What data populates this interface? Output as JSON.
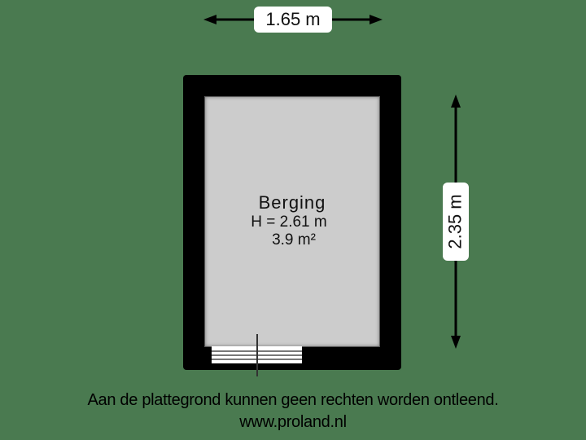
{
  "plan": {
    "background_color": "#4a7a50",
    "dimensions": {
      "width_label": "1.65 m",
      "height_label": "2.35 m"
    },
    "room": {
      "name": "Berging",
      "height": "H = 2.61 m",
      "area": "3.9 m²"
    },
    "footer": {
      "disclaimer": "Aan de plattegrond kunnen geen rechten worden ontleend.",
      "website": "www.proland.nl"
    }
  }
}
